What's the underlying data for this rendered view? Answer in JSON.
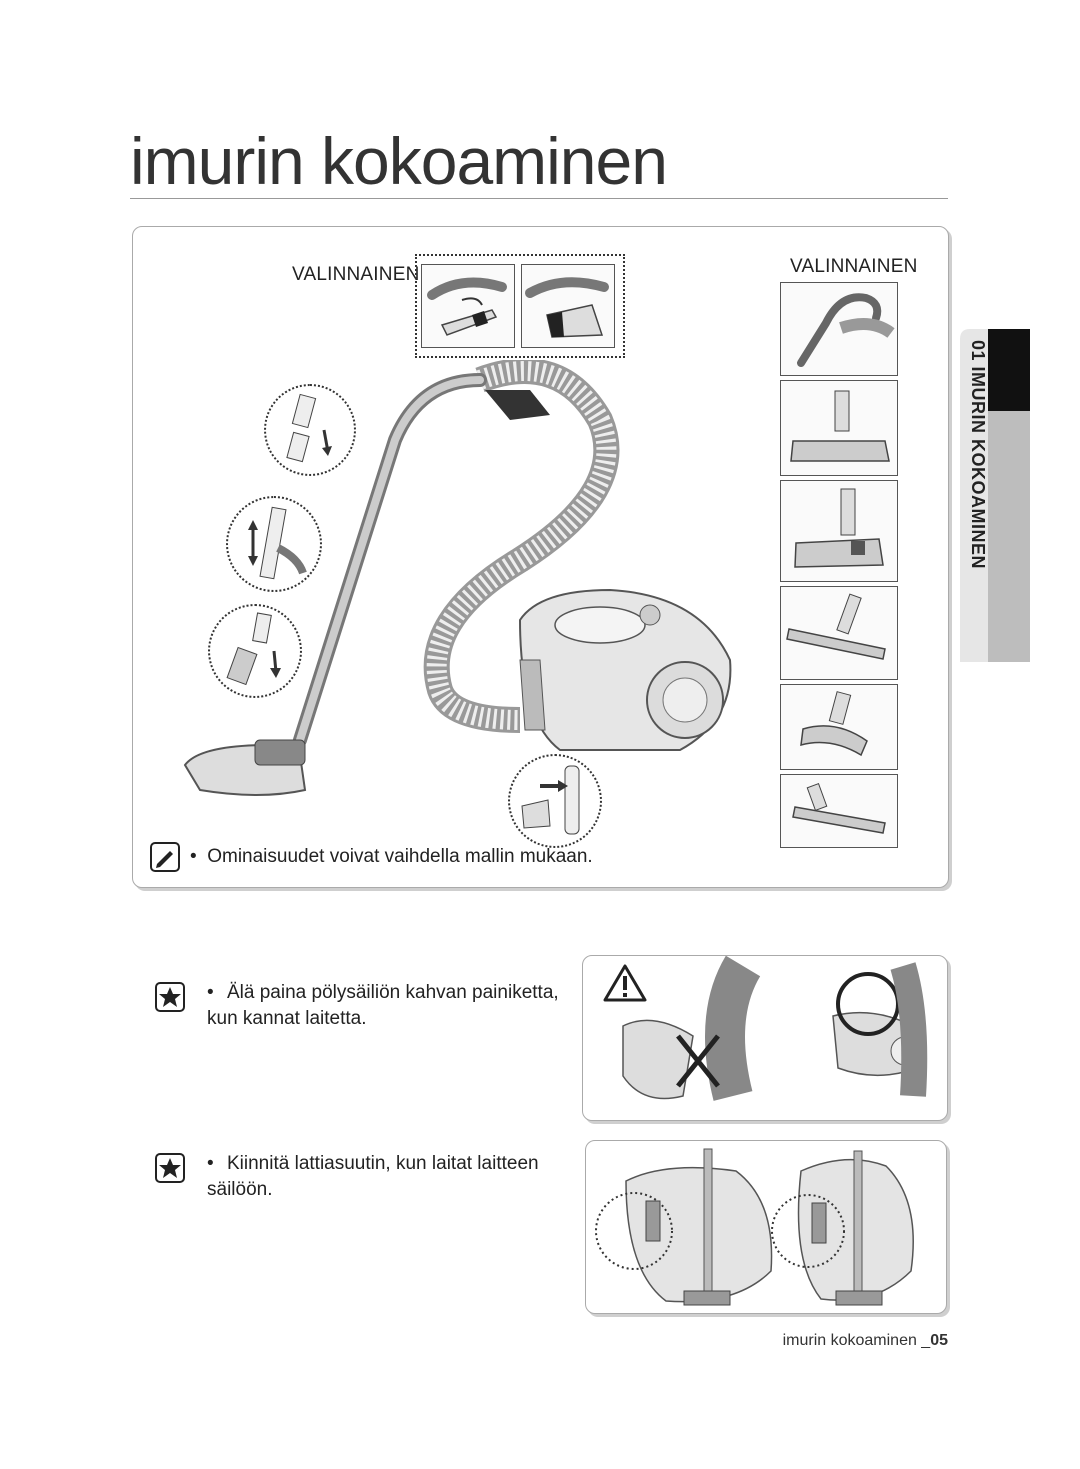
{
  "page": {
    "title": "imurin kokoaminen",
    "footer_title": "imurin kokoaminen _",
    "footer_number": "05"
  },
  "main_panel": {
    "optional_label_left": "VALINNAINEN",
    "optional_label_right": "VALINNAINEN",
    "note": "Ominaisuudet voivat vaihdella mallin mukaan."
  },
  "side_tab": {
    "label": "01 IMURIN KOKOAMINEN"
  },
  "warnings": [
    {
      "text": "Älä paina pölysäiliön kahvan painiketta, kun kannat laitetta."
    },
    {
      "text": "Kiinnitä lattiasuutin, kun laitat laitteen säilöön."
    }
  ],
  "icons": {
    "note": "pencil-note-icon",
    "caution": "star-caution-icon",
    "warning": "exclamation-triangle-icon",
    "wrong": "x-mark-icon",
    "correct": "circle-ok-icon"
  },
  "colors": {
    "text": "#222222",
    "border": "#aaaaaa",
    "tab_dark": "#111111",
    "tab_light": "#bdbdbd"
  }
}
